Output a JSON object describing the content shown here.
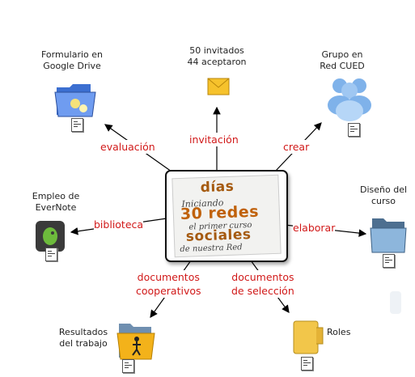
{
  "center": {
    "line1": "días",
    "line2": "Iniciando",
    "line3": "30 redes",
    "line4": "el primer curso",
    "line5": "sociales",
    "line6": "de nuestra Red"
  },
  "nodes": {
    "formulario": "Formulario en\nGoogle Drive",
    "invitados": "50 invitados\n44 aceptaron",
    "grupo": "Grupo en\nRed CUED",
    "evernote": "Empleo de\nEverNote",
    "diseno": "Diseño del\ncurso",
    "resultados": "Resultados\ndel trabajo",
    "roles": "Roles"
  },
  "links": {
    "evaluacion": "evaluación",
    "invitacion": "invitación",
    "crear": "crear",
    "biblioteca": "biblioteca",
    "elaborar": "elaborar",
    "cooperativos": "documentos\ncooperativos",
    "seleccion": "documentos\nde selección"
  },
  "icons": {
    "formulario": "folder-form-icon",
    "invitados": "envelope-icon",
    "grupo": "people-group-icon",
    "evernote": "evernote-icon",
    "diseno": "folder-icon",
    "resultados": "folder-person-icon",
    "roles": "folder-yellow-icon",
    "attachment": "document-attachment-icon"
  }
}
